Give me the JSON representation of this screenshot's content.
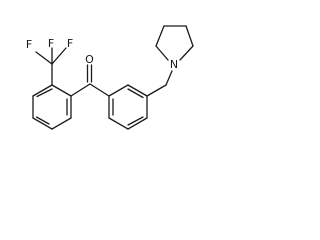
{
  "molecule": {
    "atoms": {
      "oxygen": "O",
      "nitrogen": "N",
      "fluorine_1": "F",
      "fluorine_2": "F",
      "fluorine_3": "F"
    },
    "colors": {
      "bond": "#1a1a1a",
      "label": "#1a1a1a",
      "background": "#ffffff"
    }
  }
}
